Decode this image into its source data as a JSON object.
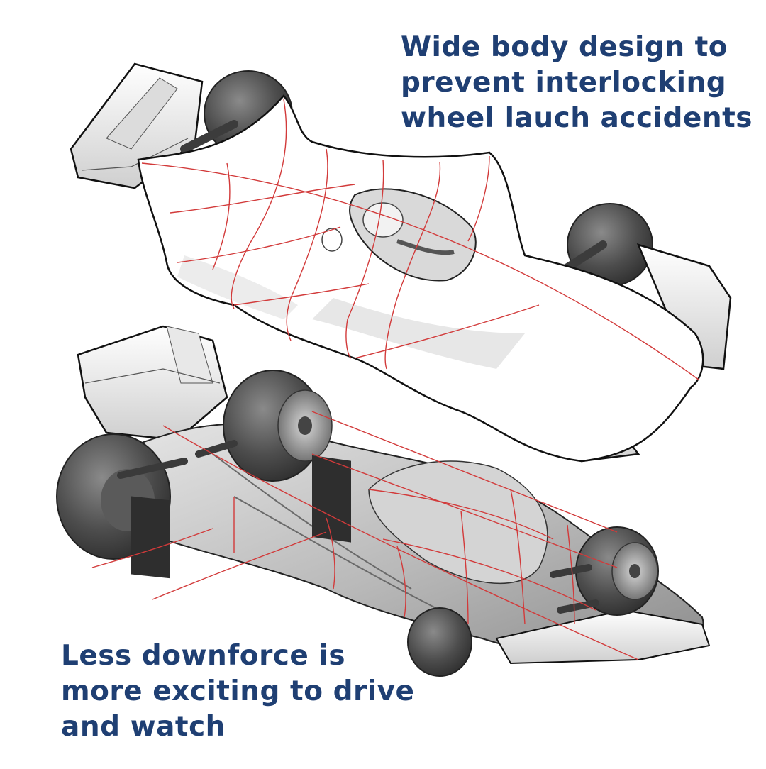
{
  "captions": {
    "top": {
      "line1": "Wide body design to",
      "line2": "prevent interlocking",
      "line3": "wheel lauch accidents"
    },
    "bottom": {
      "line1": "Less downforce is",
      "line2": "more exciting to drive",
      "line3": "and watch"
    }
  },
  "illustrations": {
    "top_car": "wide-body-race-car-top-view",
    "bottom_car": "low-downforce-race-car-underside-view"
  },
  "colors": {
    "caption": "#1f3f73",
    "guide_lines": "#d23a3a",
    "tire": "#4a4a4a",
    "body_outline": "#111111",
    "body_fill": "#ffffff",
    "underbody_fill": "#c8c8c8"
  }
}
